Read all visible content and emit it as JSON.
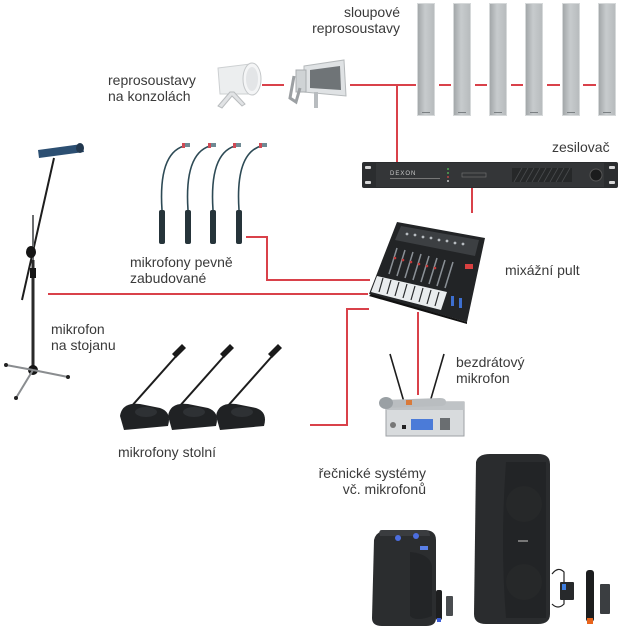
{
  "diagram": {
    "title": "Schéma ozvučovací soustavy",
    "wire_color": "#d9414a",
    "labels": {
      "column_speakers": [
        "sloupové",
        "reprosoustavy"
      ],
      "bracket_speakers": [
        "reprosoustavy",
        "na konzolách"
      ],
      "amplifier": "zesilovač",
      "fixed_mics": [
        "mikrofony pevně",
        "zabudované"
      ],
      "mixer": "mixážní pult",
      "stand_mic": [
        "mikrofon",
        "na stojanu"
      ],
      "wireless_mic": [
        "bezdrátový",
        "mikrofon"
      ],
      "desk_mics": "mikrofony stolní",
      "speaker_systems": [
        "řečnické systémy",
        "vč. mikrofonů"
      ]
    },
    "amplifier_brand": "DEXON",
    "devices": [
      {
        "id": "column-speakers",
        "name": "sloupové reprosoustavy",
        "count": 6
      },
      {
        "id": "bracket-speakers",
        "name": "reprosoustavy na konzolách",
        "count": 2
      },
      {
        "id": "amplifier",
        "name": "zesilovač",
        "brand": "DEXON"
      },
      {
        "id": "fixed-mics",
        "name": "mikrofony pevně zabudované",
        "count": 4
      },
      {
        "id": "mixer",
        "name": "mixážní pult"
      },
      {
        "id": "stand-mic",
        "name": "mikrofon na stojanu"
      },
      {
        "id": "wireless-mic",
        "name": "bezdrátový mikrofon"
      },
      {
        "id": "desk-mics",
        "name": "mikrofony stolní",
        "count": 3
      },
      {
        "id": "speaker-systems",
        "name": "řečnické systémy vč. mikrofonů",
        "count": 2
      }
    ],
    "connections": [
      {
        "from": "bracket-speakers",
        "to": "column-speakers"
      },
      {
        "from": "column-speakers",
        "to": "amplifier"
      },
      {
        "from": "amplifier",
        "to": "mixer"
      },
      {
        "from": "fixed-mics",
        "to": "mixer"
      },
      {
        "from": "stand-mic",
        "to": "mixer"
      },
      {
        "from": "desk-mics",
        "to": "mixer"
      },
      {
        "from": "wireless-mic",
        "to": "mixer"
      }
    ]
  }
}
